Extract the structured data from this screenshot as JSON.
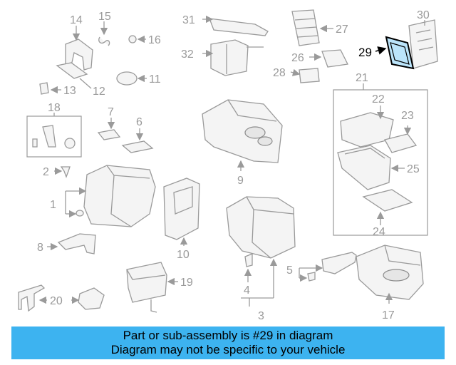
{
  "diagram": {
    "callouts": {
      "c1": "1",
      "c2": "2",
      "c3": "3",
      "c4": "4",
      "c5": "5",
      "c6": "6",
      "c7": "7",
      "c8": "8",
      "c9": "9",
      "c10": "10",
      "c11": "11",
      "c12": "12",
      "c13": "13",
      "c14": "14",
      "c15": "15",
      "c16": "16",
      "c17": "17",
      "c18": "18",
      "c19": "19",
      "c20": "20",
      "c21": "21",
      "c22": "22",
      "c23": "23",
      "c24": "24",
      "c25": "25",
      "c26": "26",
      "c27": "27",
      "c28": "28",
      "c29": "29",
      "c30": "30",
      "c31": "31",
      "c32": "32"
    },
    "highlighted_part": "29",
    "highlight_color": "#000000",
    "highlight_fill": "#3db3f0"
  },
  "banner": {
    "line1": "Part or sub-assembly is #29 in diagram",
    "line2": "Diagram may not be specific to your vehicle",
    "background": "#3db3f0"
  }
}
